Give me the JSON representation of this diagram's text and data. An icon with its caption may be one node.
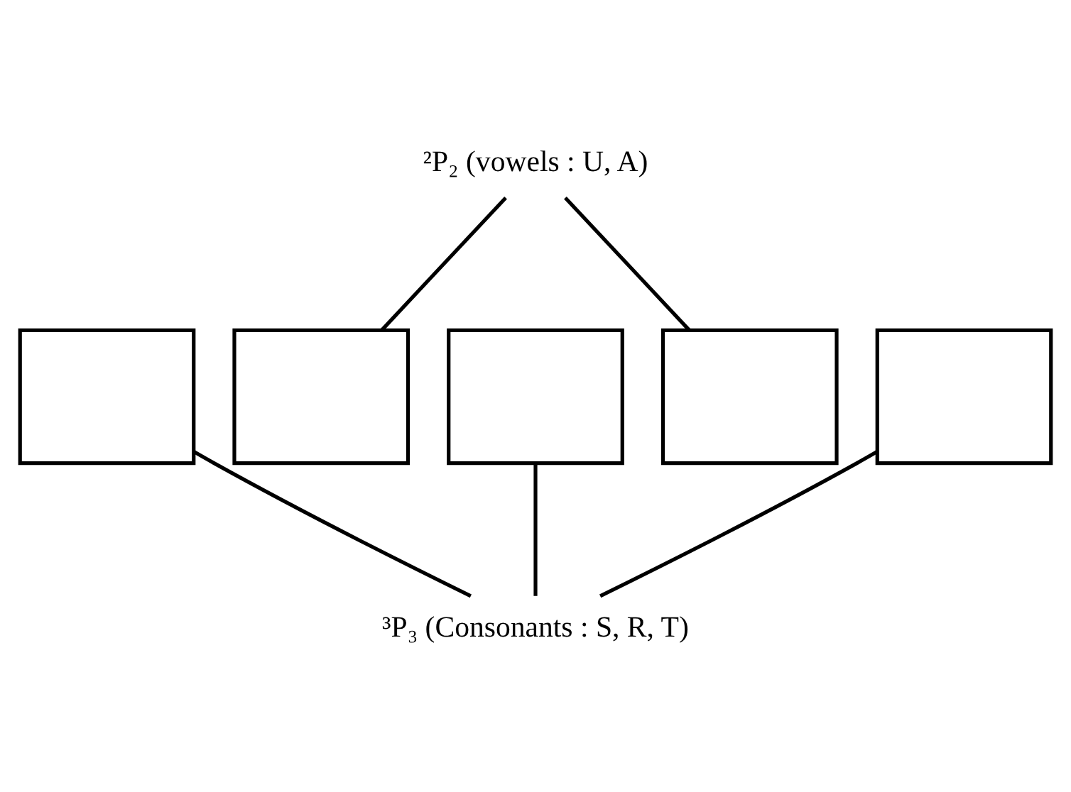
{
  "diagram": {
    "nodes": [
      {
        "text": [
          "²P₂ (vowels : U, A)"
        ]
      },
      {
        "text": [],
        "shape": "box"
      },
      {
        "text": [],
        "shape": "box"
      },
      {
        "text": [],
        "shape": "box"
      },
      {
        "text": [],
        "shape": "box"
      },
      {
        "text": [],
        "shape": "box"
      },
      {
        "text": [
          "³P₃ (Consonants : S, R, T)"
        ]
      }
    ],
    "edges": [
      {
        "from": 0,
        "to": 2,
        "arrow": "none"
      },
      {
        "from": 0,
        "to": 4,
        "arrow": "none"
      },
      {
        "from": 1,
        "to": 6,
        "arrow": "none"
      },
      {
        "from": 3,
        "to": 6,
        "arrow": "none"
      },
      {
        "from": 5,
        "to": 6,
        "arrow": "none"
      }
    ]
  }
}
